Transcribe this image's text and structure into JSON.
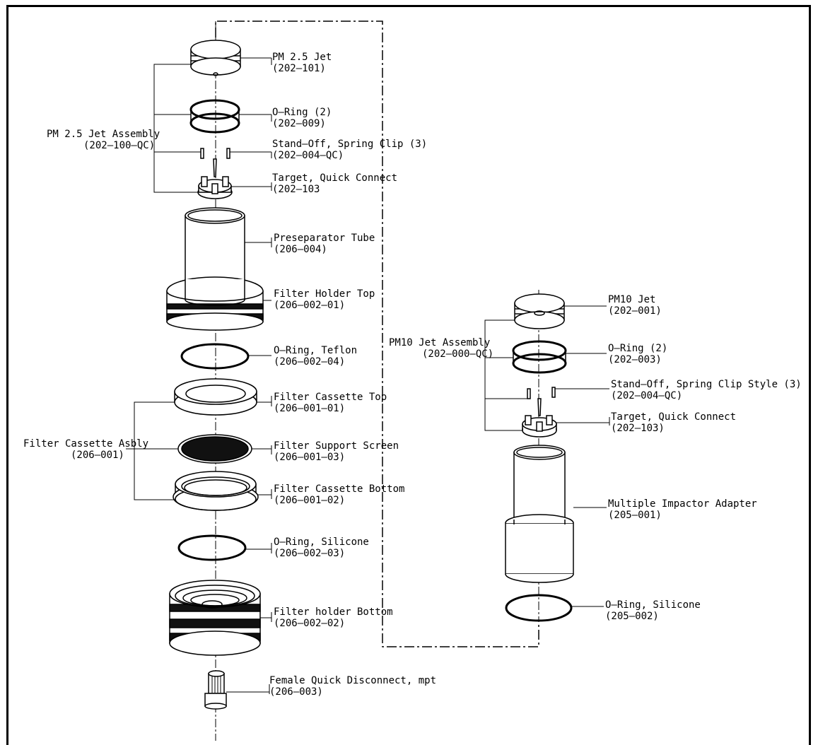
{
  "labels": {
    "pm25_jet": {
      "name": "PM 2.5 Jet",
      "part": "(202–101)"
    },
    "oring_2_a": {
      "name": "O–Ring (2)",
      "part": "(202–009)"
    },
    "standoff_a": {
      "name": "Stand–Off, Spring Clip (3)",
      "part": "(202–004–QC)"
    },
    "target_a": {
      "name": "Target, Quick Connect",
      "part": "(202–103"
    },
    "pm25_assembly": {
      "name": "PM 2.5 Jet Assembly",
      "part": "(202–100–QC)"
    },
    "preseparator": {
      "name": "Preseparator Tube",
      "part": "(206–004)"
    },
    "filter_holder_top": {
      "name": "Filter Holder Top",
      "part": "(206–002–01)"
    },
    "oring_teflon": {
      "name": "O–Ring, Teflon",
      "part": "(206–002–04)"
    },
    "cassette_top": {
      "name": "Filter Cassette Top",
      "part": "(206–001–01)"
    },
    "cassette_assembly": {
      "name": "Filter Cassette Asbly",
      "part": "(206–001)"
    },
    "support_screen": {
      "name": "Filter Support Screen",
      "part": "(206–001–03)"
    },
    "cassette_bottom": {
      "name": "Filter Cassette Bottom",
      "part": "(206–001–02)"
    },
    "oring_silicone_a": {
      "name": "O–Ring, Silicone",
      "part": "(206–002–03)"
    },
    "holder_bottom": {
      "name": "Filter holder Bottom",
      "part": "(206–002–02)"
    },
    "female_qd": {
      "name": "Female Quick Disconnect, mpt",
      "part": "(206–003)"
    },
    "pm10_jet": {
      "name": "PM10 Jet",
      "part": "(202–001)"
    },
    "pm10_assembly": {
      "name": "PM10 Jet Assembly",
      "part": "(202–000–QC)"
    },
    "oring_2_b": {
      "name": "O–Ring (2)",
      "part": "(202–003)"
    },
    "standoff_b": {
      "name": "Stand–Off, Spring Clip Style (3)",
      "part": "(202–004–QC)"
    },
    "target_b": {
      "name": "Target, Quick Connect",
      "part": "(202–103)"
    },
    "impactor_adapter": {
      "name": "Multiple Impactor Adapter",
      "part": "(205–001)"
    },
    "oring_silicone_b": {
      "name": "O–Ring, Silicone",
      "part": "(205–002)"
    }
  }
}
